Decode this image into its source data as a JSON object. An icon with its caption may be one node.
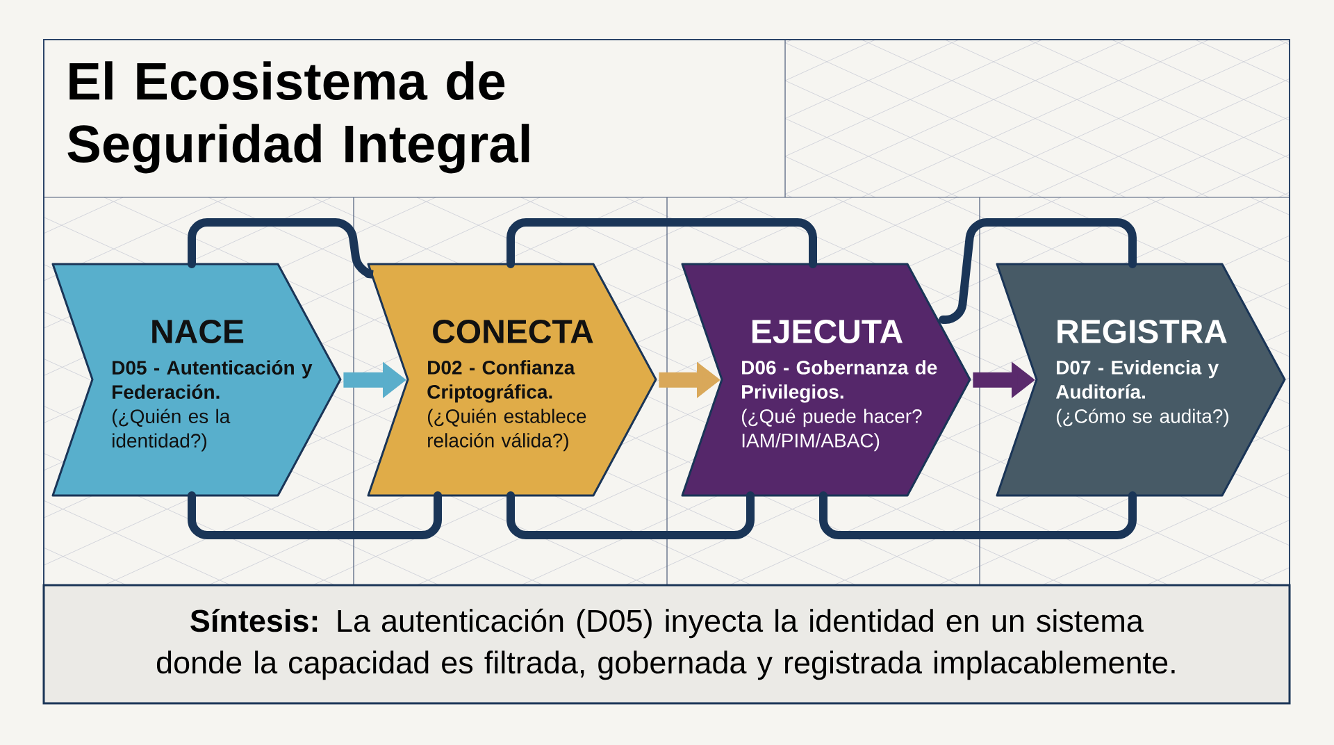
{
  "diagram": {
    "title": "El Ecosistema de Seguridad Integral",
    "nodes": [
      {
        "text": [
          "NACE",
          "D05 - Autenticación y Federación.",
          "(¿Quién es la identidad?)"
        ]
      },
      {
        "text": [
          "CONECTA",
          "D02 - Confianza Criptográfica.",
          "(¿Quién establece relación válida?)"
        ]
      },
      {
        "text": [
          "EJECUTA",
          "D06 - Gobernanza de Privilegios.",
          "(¿Qué puede hacer? IAM/PIM/ABAC)"
        ]
      },
      {
        "text": [
          "REGISTRA",
          "D07 - Evidencia y Auditoría.",
          "(¿Cómo se audita?)"
        ]
      },
      {
        "text": [
          "**Síntesis:** La autenticación (D05) inyecta la identidad en un sistema donde la capacidad es filtrada, gobernada y registrada implacablemente."
        ]
      }
    ],
    "edges": [
      {
        "from": 0,
        "to": 1,
        "arrow": "to",
        "style": "thick",
        "color": "#5aaecb"
      },
      {
        "from": 1,
        "to": 2,
        "arrow": "to",
        "style": "thick",
        "color": "#d9a85a"
      },
      {
        "from": 2,
        "to": 3,
        "arrow": "to",
        "style": "thick",
        "color": "#5a2a6c"
      },
      {
        "from": 0,
        "to": 1,
        "arrow": "none"
      },
      {
        "from": 1,
        "to": 2,
        "arrow": "none"
      },
      {
        "from": 2,
        "to": 3,
        "arrow": "none"
      },
      {
        "from": 0,
        "to": 1,
        "arrow": "none"
      },
      {
        "from": 1,
        "to": 2,
        "arrow": "none"
      },
      {
        "from": 2,
        "to": 3,
        "arrow": "none"
      }
    ]
  }
}
